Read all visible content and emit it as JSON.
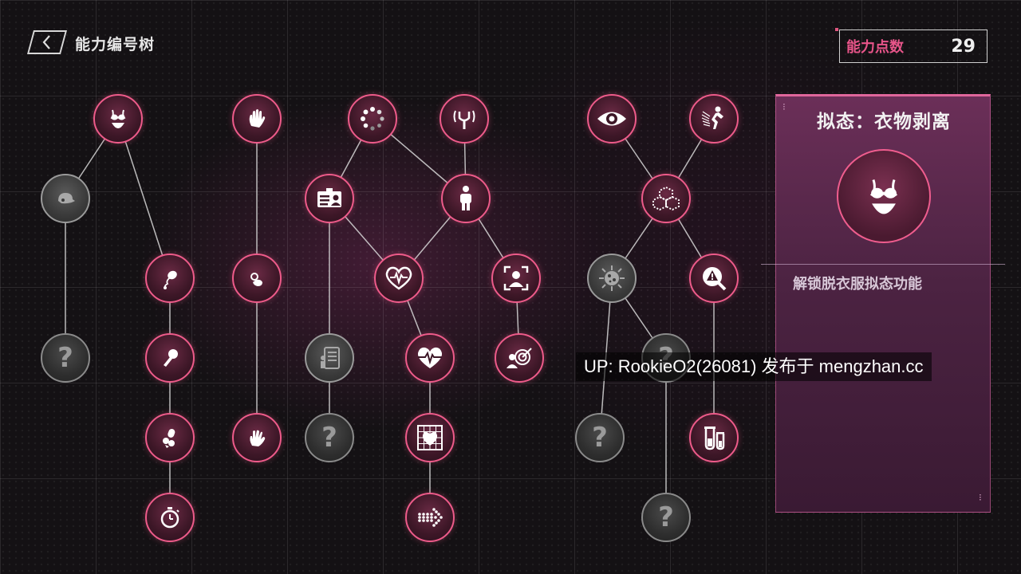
{
  "header": {
    "title": "能力编号树",
    "back_icon": "chevron-left-icon"
  },
  "points": {
    "label": "能力点数",
    "value": "29"
  },
  "colors": {
    "accent": "#ee5b8a",
    "locked": "#8a8a8a",
    "panel": "#5a2a4e"
  },
  "tree": {
    "nodes": [
      {
        "id": "n1",
        "state": "unlocked",
        "icon": "bikini-icon"
      },
      {
        "id": "n2",
        "state": "gray",
        "icon": "hat-icon"
      },
      {
        "id": "n3",
        "state": "locked",
        "icon": "question-icon",
        "label": "?"
      },
      {
        "id": "n4",
        "state": "unlocked",
        "icon": "vibrator-icon"
      },
      {
        "id": "n5",
        "state": "unlocked",
        "icon": "microphone-icon"
      },
      {
        "id": "n6",
        "state": "unlocked",
        "icon": "toy-icon"
      },
      {
        "id": "n7",
        "state": "unlocked",
        "icon": "stopwatch-icon"
      },
      {
        "id": "n8",
        "state": "unlocked",
        "icon": "hand-icon"
      },
      {
        "id": "n9",
        "state": "unlocked",
        "icon": "ok-hand-icon"
      },
      {
        "id": "n10",
        "state": "unlocked",
        "icon": "waving-hand-icon"
      },
      {
        "id": "n11",
        "state": "unlocked",
        "icon": "loading-icon"
      },
      {
        "id": "n12",
        "state": "unlocked",
        "icon": "id-card-icon"
      },
      {
        "id": "n13",
        "state": "gray",
        "icon": "document-person-icon"
      },
      {
        "id": "n14",
        "state": "locked",
        "icon": "question-icon",
        "label": "?"
      },
      {
        "id": "n15",
        "state": "unlocked",
        "icon": "signal-icon"
      },
      {
        "id": "n16",
        "state": "unlocked",
        "icon": "person-icon"
      },
      {
        "id": "n17",
        "state": "unlocked",
        "icon": "heart-outline-icon"
      },
      {
        "id": "n18",
        "state": "unlocked",
        "icon": "heart-pulse-icon"
      },
      {
        "id": "n19",
        "state": "unlocked",
        "icon": "heart-grid-icon"
      },
      {
        "id": "n20",
        "state": "unlocked",
        "icon": "arrow-dots-icon"
      },
      {
        "id": "n21",
        "state": "unlocked",
        "icon": "face-scan-icon"
      },
      {
        "id": "n22",
        "state": "unlocked",
        "icon": "target-person-icon"
      },
      {
        "id": "n23",
        "state": "unlocked",
        "icon": "eye-icon"
      },
      {
        "id": "n24",
        "state": "unlocked",
        "icon": "running-person-icon"
      },
      {
        "id": "n25",
        "state": "unlocked",
        "icon": "molecule-icon"
      },
      {
        "id": "n26",
        "state": "gray",
        "icon": "virus-icon"
      },
      {
        "id": "n27",
        "state": "locked",
        "icon": "question-icon",
        "label": "?"
      },
      {
        "id": "n28",
        "state": "locked",
        "icon": "question-icon",
        "label": "?"
      },
      {
        "id": "n29",
        "state": "locked",
        "icon": "question-icon",
        "label": "?"
      },
      {
        "id": "n30",
        "state": "unlocked",
        "icon": "warning-search-icon"
      },
      {
        "id": "n31",
        "state": "unlocked",
        "icon": "test-tube-icon"
      }
    ]
  },
  "panel": {
    "title": "拟态：衣物剥离",
    "icon": "bikini-icon",
    "description": "解锁脱衣服拟态功能"
  },
  "watermark": "UP: RookieO2(26081) 发布于 mengzhan.cc"
}
